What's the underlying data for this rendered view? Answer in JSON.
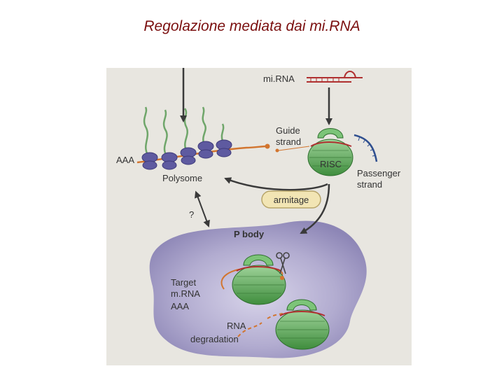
{
  "slide": {
    "title": "Regolazione mediata dai mi.RNA"
  },
  "diagram": {
    "labels": {
      "mirna": "mi.RNA",
      "guide_line1": "Guide",
      "guide_line2": "strand",
      "risc": "RISC",
      "passenger_line1": "Passenger",
      "passenger_line2": "strand",
      "aaa_polysome": "AAA",
      "polysome": "Polysome",
      "armitage": "armitage",
      "question": "?",
      "pbody": "P body",
      "target_line1": "Target",
      "target_line2": "m.RNA",
      "aaa_target": "AAA",
      "degradation_line1": "RNA",
      "degradation_line2": "degradation"
    },
    "colors": {
      "panel_background": "#e6e4de",
      "pbody_fill": "#aaa4c6",
      "ribosome": "#5e5aa0",
      "risc_green": "#5fae5a",
      "mrna_orange": "#d2752f",
      "protein_chain": "#6fa66a",
      "arrow": "#3a3a3a",
      "armitage_fill": "#f2e5b4",
      "passenger_blue": "#2f4f8f",
      "mirna_red": "#b03030"
    }
  }
}
